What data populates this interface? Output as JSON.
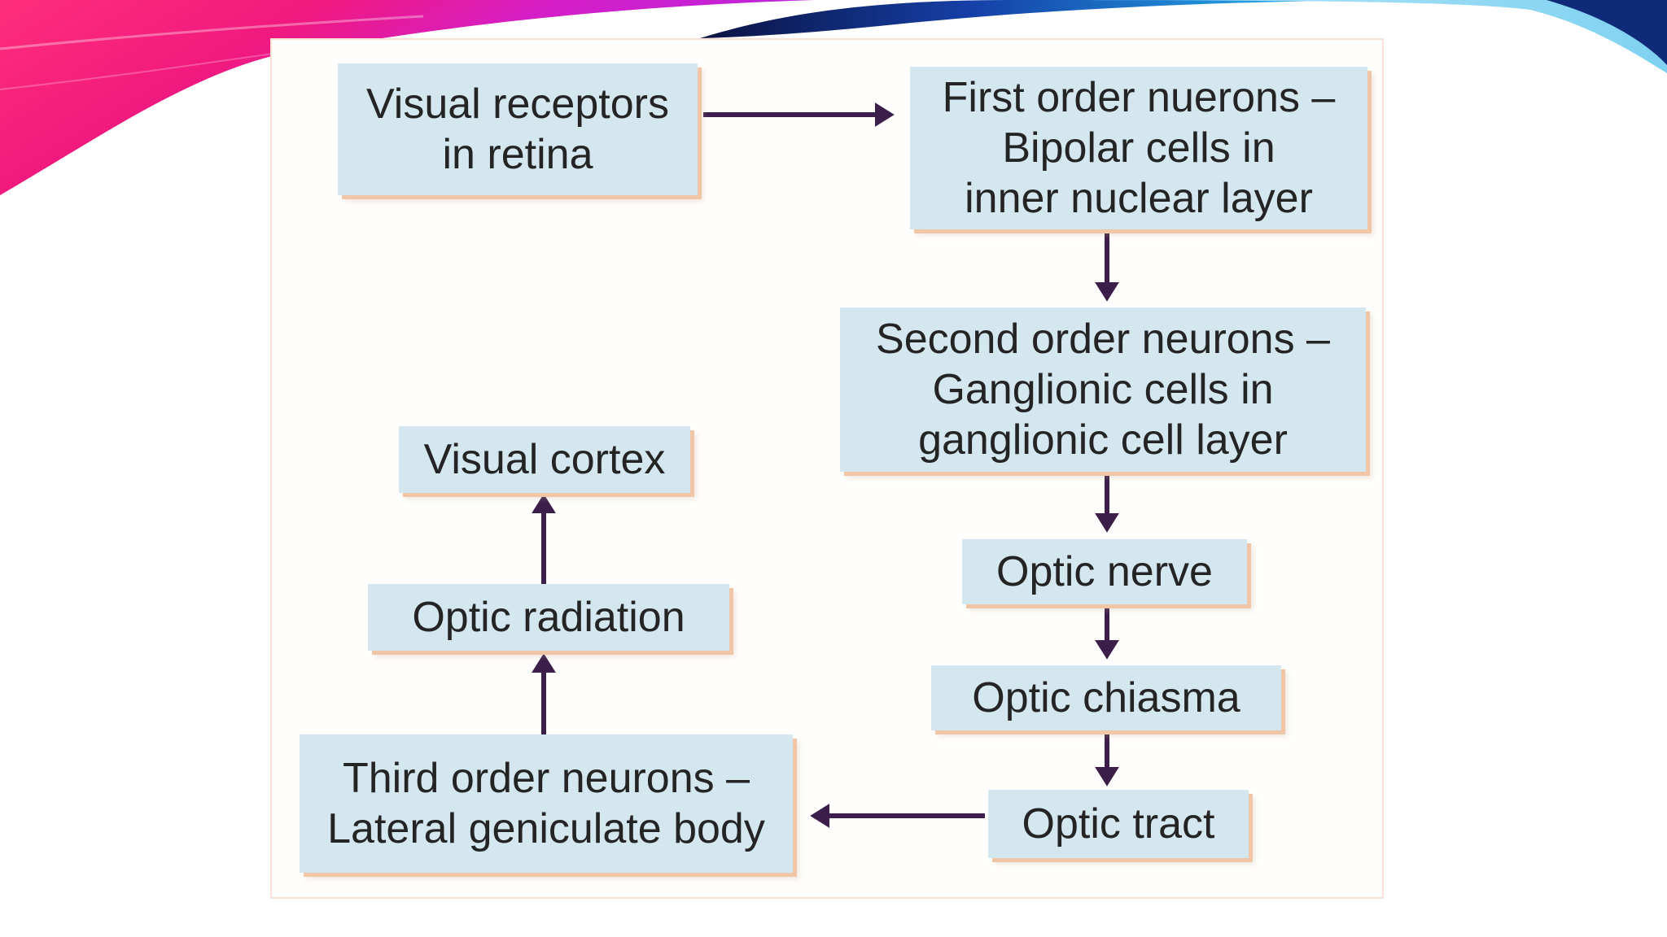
{
  "colors": {
    "box_fill": "#d4e6ee",
    "box_shadow": "#f0c6a7",
    "arrow": "#3b1f4a",
    "text": "#242424"
  },
  "diagram": {
    "boxes": {
      "visual_receptors": {
        "line1": "Visual receptors",
        "line2": "in retina"
      },
      "first_order": {
        "line1": "First order nuerons –",
        "line2": "Bipolar cells in",
        "line3": "inner nuclear layer"
      },
      "second_order": {
        "line1": "Second order neurons –",
        "line2": "Ganglionic cells in",
        "line3": "ganglionic cell layer"
      },
      "optic_nerve": {
        "line1": "Optic nerve"
      },
      "optic_chiasma": {
        "line1": "Optic chiasma"
      },
      "optic_tract": {
        "line1": "Optic tract"
      },
      "third_order": {
        "line1": "Third order neurons –",
        "line2": "Lateral geniculate body"
      },
      "optic_radiation": {
        "line1": "Optic radiation"
      },
      "visual_cortex": {
        "line1": "Visual cortex"
      }
    }
  }
}
